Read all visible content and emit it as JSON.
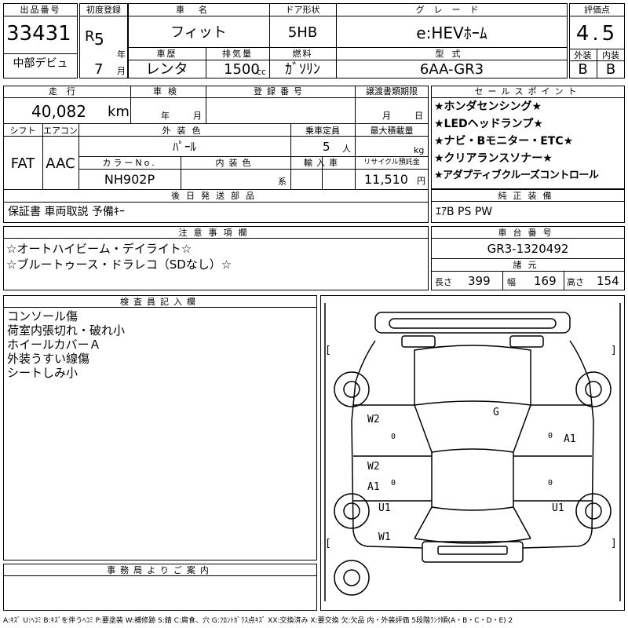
{
  "header": {
    "lot_label": "出品番号",
    "lot_number": "33431",
    "debut": "中部デビュ",
    "first_reg_label": "初度登録",
    "era": "R",
    "year": "5",
    "year_unit": "年",
    "month": "7",
    "month_unit": "月",
    "car_name_label": "車名",
    "car_name": "フィット",
    "history_label": "車歴",
    "history": "レンタ",
    "displacement_label": "排気量",
    "displacement": "1500",
    "displacement_unit": "cc",
    "door_label": "ドア形状",
    "door": "5HB",
    "fuel_label": "燃料",
    "fuel": "ｶﾞｿﾘﾝ",
    "grade_label": "グレード",
    "grade": "e:HEVﾎｰﾑ",
    "model_label": "型式",
    "model": "6AA-GR3",
    "score_label": "評価点",
    "score": "4.5",
    "exterior_label": "外装",
    "exterior": "B",
    "interior_label": "内装",
    "interior": "B"
  },
  "mid": {
    "mileage_label": "走行",
    "mileage": "40,082",
    "mileage_unit": "km",
    "inspection_label": "車検",
    "insp_year": "年",
    "insp_month": "月",
    "reg_label": "登録番号",
    "transfer_label": "譲渡書類期限",
    "transfer_month": "月",
    "transfer_day": "日",
    "shift_label": "シフト",
    "shift": "FAT",
    "ac_label": "エアコン",
    "ac": "AAC",
    "ext_color_label": "外装色",
    "ext_color": "ﾊﾟｰﾙ",
    "capacity_label": "乗車定員",
    "capacity": "5",
    "capacity_unit": "人",
    "load_label": "最大積載量",
    "load_unit": "kg",
    "color_no_label": "カラーNo.",
    "color_no": "NH902P",
    "int_color_label": "内装色",
    "int_color_unit": "系",
    "import_label": "輸入車",
    "recycle_label": "リサイクル預託金",
    "recycle": "11,510",
    "recycle_unit": "円",
    "followup_label": "後日発送部品",
    "followup": "保証書 車両取説 予備ｷｰ"
  },
  "sales": {
    "label": "セールスポイント",
    "points": [
      "★ホンダセンシング★",
      "★LEDヘッドランプ★",
      "★ナビ・Bモニター・ETC★",
      "★クリアランスソナー★",
      "★アダプティブクルーズコントロール"
    ]
  },
  "equipment": {
    "label": "純正装備",
    "value": "ｴｱB PS PW"
  },
  "notes": {
    "label": "注意事項欄",
    "lines": [
      "☆オートハイビーム・デイライト☆",
      "☆ブルートゥース・ドラレコ（SDなし）☆"
    ]
  },
  "chassis": {
    "label": "車台番号",
    "value": "GR3-1320492",
    "spec_label": "諸元",
    "length_label": "長さ",
    "length": "399",
    "width_label": "幅",
    "width": "169",
    "height_label": "高さ",
    "height": "154"
  },
  "inspector": {
    "label": "検査員記入欄",
    "lines": [
      "コンソール傷",
      "荷室内張切れ・破れ小",
      "ホイールカバーＡ",
      "外装うすい線傷",
      "シートしみ小"
    ]
  },
  "office": {
    "label": "事務局よりご案内"
  },
  "diagram": {
    "marks": {
      "g": "G",
      "w2a": "W2",
      "w2b": "W2",
      "a1a": "A1",
      "a1b": "A1",
      "u1a": "U1",
      "u1b": "U1",
      "w1": "W1",
      "zero": "0"
    },
    "bracket_open": "[",
    "bracket_close": "]"
  },
  "legend": "A:ｷｽﾞ U:ﾍｺﾐ B:ｷｽﾞを伴うﾍｺﾐ P:要塗装 W:補修跡 S:錆 C:腐食、穴 G:ﾌﾛﾝﾄｶﾞﾗｽ点ｷｽﾞ XX:交換済み X:要交換 欠:欠品 内・外装評価 5段階ﾗﾝｸ順(A・B・C・D・E) 2"
}
